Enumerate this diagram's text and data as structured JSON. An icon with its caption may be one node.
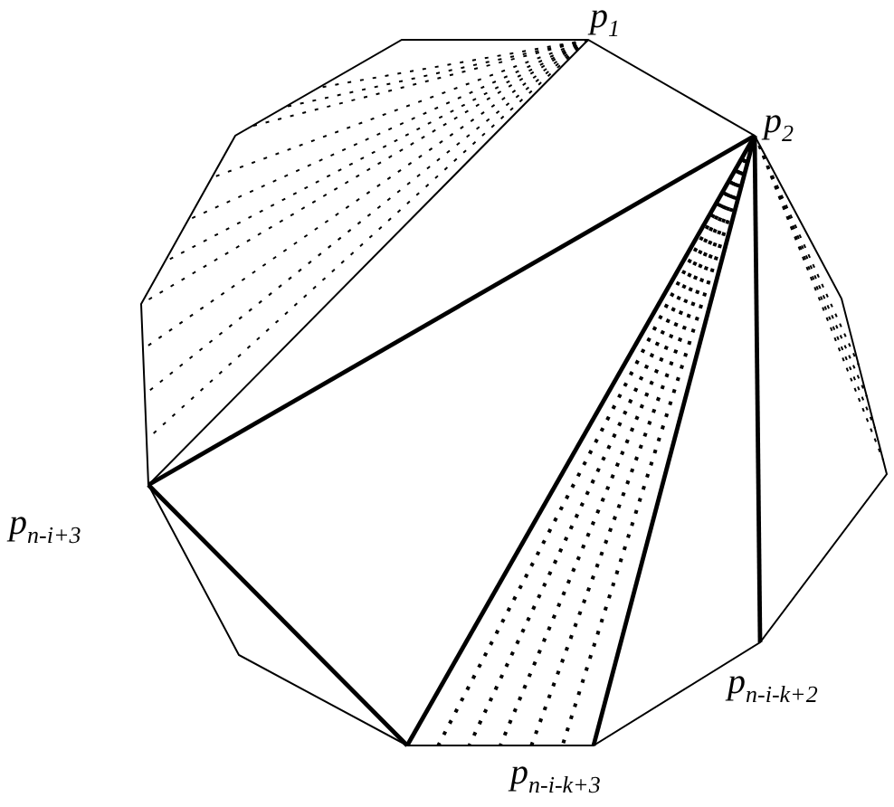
{
  "diagram": {
    "labels": [
      "p$_{1}$",
      "p$_{2}$",
      "p$_{n-i+3}$",
      "p$_{n-i-k+2}$",
      "p$_{n-i-k+3}$"
    ]
  }
}
